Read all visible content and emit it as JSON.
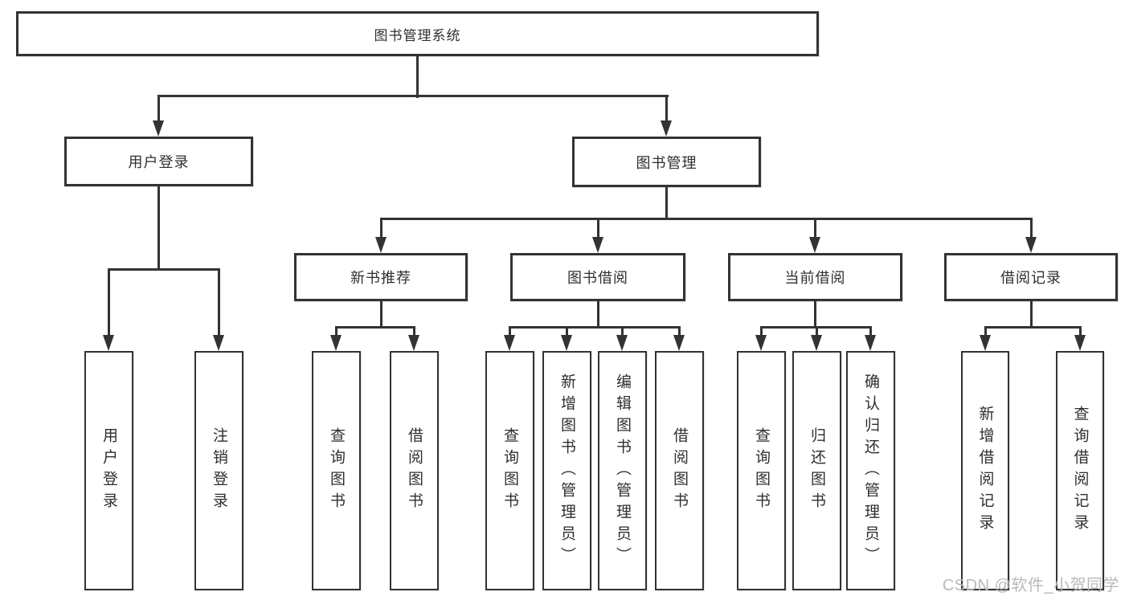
{
  "tree": {
    "root_label": "图书管理系统",
    "branches": [
      {
        "label": "用户登录",
        "children": [
          "用户登录",
          "注销登录"
        ]
      },
      {
        "label": "图书管理",
        "groups": [
          {
            "label": "新书推荐",
            "children": [
              "查询图书",
              "借阅图书"
            ]
          },
          {
            "label": "图书借阅",
            "children": [
              "查询图书",
              "新增图书（管理员）",
              "编辑图书（管理员）",
              "借阅图书"
            ]
          },
          {
            "label": "当前借阅",
            "children": [
              "查询图书",
              "归还图书",
              "确认归还（管理员）"
            ]
          },
          {
            "label": "借阅记录",
            "children": [
              "新增借阅记录",
              "查询借阅记录"
            ]
          }
        ]
      }
    ]
  },
  "watermark": {
    "text": "CSDN @软件_小贺同学"
  },
  "colors": {
    "line": "#333333",
    "text": "#2f2f2f",
    "background": "#ffffff",
    "watermark": "#b9b9b9"
  }
}
